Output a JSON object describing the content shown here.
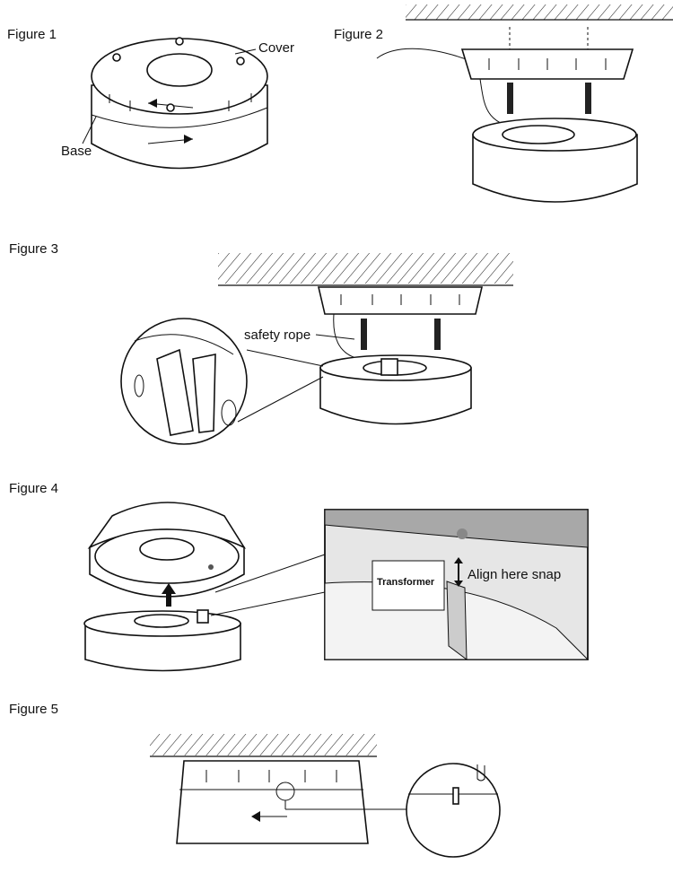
{
  "figures": {
    "fig1": {
      "title": "Figure 1",
      "cover_label": "Cover",
      "base_label": "Base"
    },
    "fig2": {
      "title": "Figure 2"
    },
    "fig3": {
      "title": "Figure 3",
      "rope_label": "safety rope"
    },
    "fig4": {
      "title": "Figure 4",
      "transformer_label": "Transformer",
      "snap_label": "Align here snap"
    },
    "fig5": {
      "title": "Figure 5"
    }
  }
}
